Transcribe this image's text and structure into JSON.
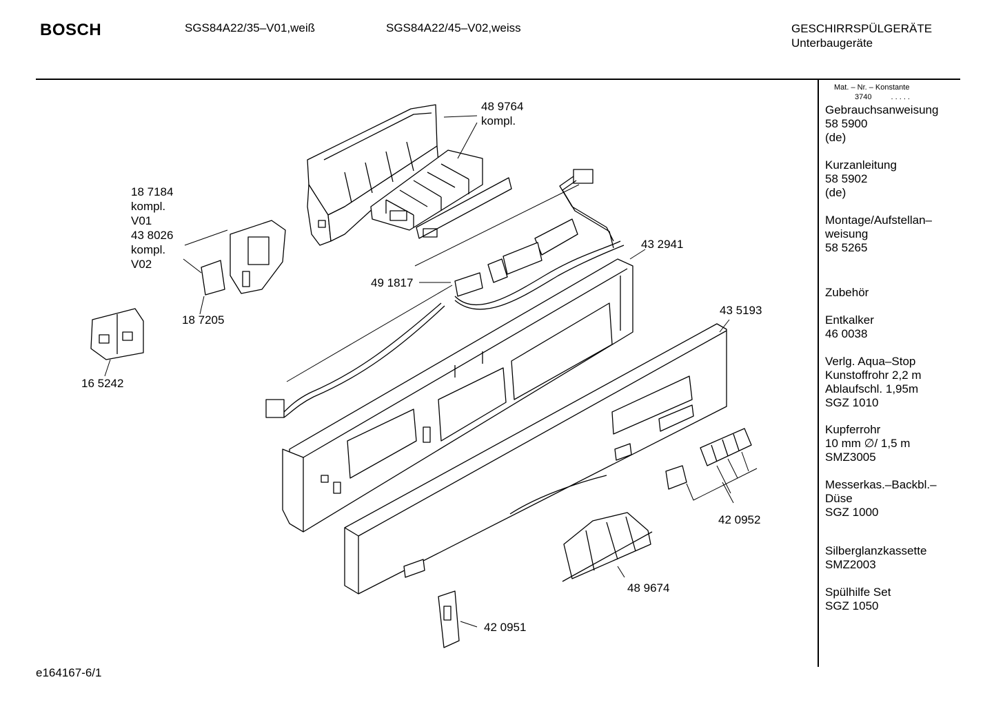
{
  "header": {
    "brand": "BOSCH",
    "model_1": "SGS84A22/35–V01,weiß",
    "model_2": "SGS84A22/45–V02,weiss",
    "category_line_1": "GESCHIRRSPÜLGERÄTE",
    "category_line_2": "Unterbaugeräte"
  },
  "sidebar": {
    "header_line_1": "Mat. – Nr. – Konstante",
    "header_line_2": "3740",
    "header_dots": ". . . . .",
    "blocks": [
      {
        "lines": [
          "Gebrauchsanweisung",
          "58 5900",
          "(de)"
        ]
      },
      {
        "lines": [
          "Kurzanleitung",
          "58 5902",
          "(de)"
        ]
      },
      {
        "lines": [
          "Montage/Aufstellan–",
          "weisung",
          "58 5265"
        ]
      },
      {
        "lines": [
          "Zubehör"
        ]
      },
      {
        "lines": [
          "Entkalker",
          "46 0038"
        ]
      },
      {
        "lines": [
          "Verlg. Aqua–Stop",
          "Kunstoffrohr 2,2 m",
          "Ablaufschl. 1,95m",
          "SGZ 1010"
        ]
      },
      {
        "lines": [
          "Kupferrohr",
          "10 mm ∅/ 1,5 m",
          "SMZ3005"
        ]
      },
      {
        "lines": [
          "Messerkas.–Backbl.–",
          "Düse",
          "SGZ 1000"
        ]
      },
      {
        "lines": [
          "Silberglanzkassette",
          "SMZ2003"
        ]
      },
      {
        "lines": [
          "Spülhilfe Set",
          "SGZ 1050"
        ]
      }
    ]
  },
  "callouts": {
    "part_489764_num": "48 9764",
    "part_489764_note": "kompl.",
    "part_187184_num": "18 7184",
    "part_187184_note": "kompl.",
    "part_187184_variant": "V01",
    "part_438026_num": "43 8026",
    "part_438026_note": "kompl.",
    "part_438026_variant": "V02",
    "part_187205": "18 7205",
    "part_165242": "16 5242",
    "part_491817": "49 1817",
    "part_432941": "43 2941",
    "part_435193": "43 5193",
    "part_420952": "42 0952",
    "part_489674": "48 9674",
    "part_420951": "42 0951"
  },
  "footer": {
    "drawing_id": "e164167-6/1"
  }
}
